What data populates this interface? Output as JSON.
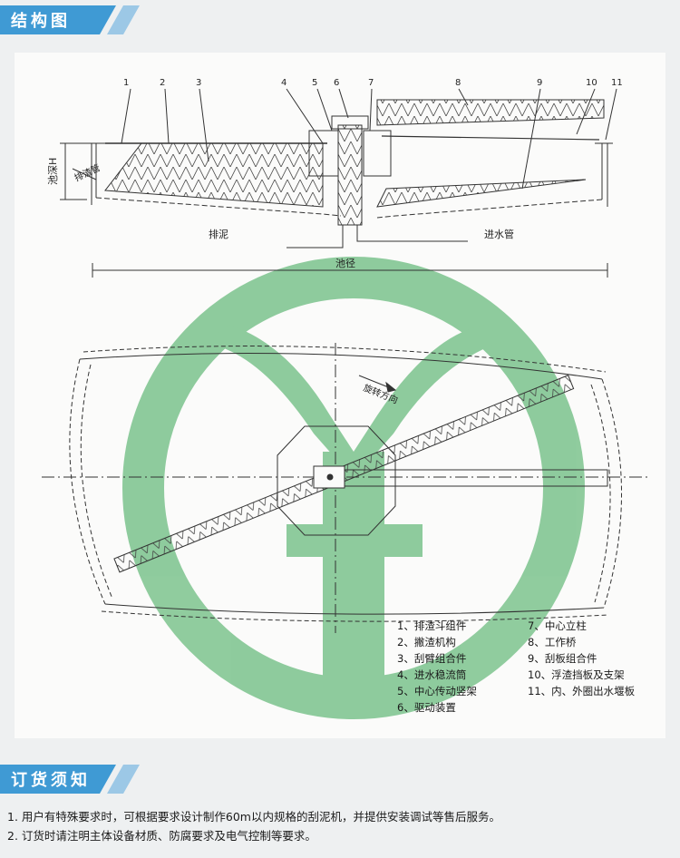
{
  "sections": {
    "structure_title": "结构图",
    "order_title": "订货须知"
  },
  "diagram": {
    "numbers": [
      "1",
      "2",
      "3",
      "4",
      "5",
      "6",
      "7",
      "8",
      "9",
      "10",
      "11"
    ],
    "labels": {
      "depth": "池深H",
      "scum_pipe": "排渣管",
      "sludge": "排泥",
      "inlet": "进水管",
      "diameter": "池径",
      "rotation": "旋转方向"
    },
    "legend_left": [
      "1、排渣斗组件",
      "2、撇渣机构",
      "3、刮臂组合件",
      "4、进水稳流筒",
      "5、中心传动竖架",
      "6、驱动装置"
    ],
    "legend_right": [
      "7、中心立柱",
      "8、工作桥",
      "9、刮板组合件",
      "10、浮渣挡板及支架",
      "11、内、外圈出水堰板"
    ]
  },
  "notes": [
    "1. 用户有特殊要求时，可根据要求设计制作60m以内规格的刮泥机，并提供安装调试等售后服务。",
    "2. 订货时请注明主体设备材质、防腐要求及电气控制等要求。"
  ],
  "colors": {
    "header_blue": "#3f9ad4",
    "watermark_green": "#7cc38d",
    "line": "#333333"
  }
}
